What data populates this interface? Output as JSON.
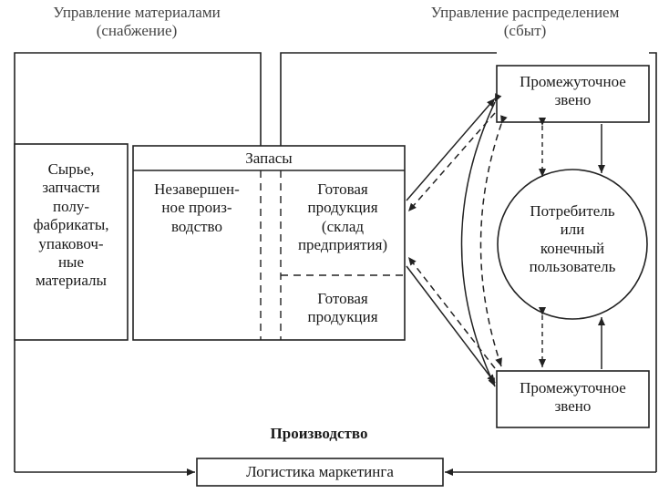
{
  "headers": {
    "materials": "Управление материалами\n(снабжение)",
    "distribution": "Управление распределением\n(сбыт)"
  },
  "boxes": {
    "raw_materials": "Сырье,\nзапчасти\nполу-\nфабрикаты,\nупаковоч-\nные\nматериалы",
    "stocks_title": "Запасы",
    "wip": "Незавершен-\nное произ-\nводство",
    "finished_warehouse": "Готовая\nпродукция\n(склад\nпредприятия)",
    "finished_goods": "Готовая\nпродукция",
    "intermediate_top": "Промежуточное\nзвено",
    "intermediate_bottom": "Промежуточное\nзвено",
    "consumer": "Потребитель\nили\nконечный\nпользователь",
    "production": "Производство",
    "marketing_logistics": "Логистика маркетинга"
  }
}
